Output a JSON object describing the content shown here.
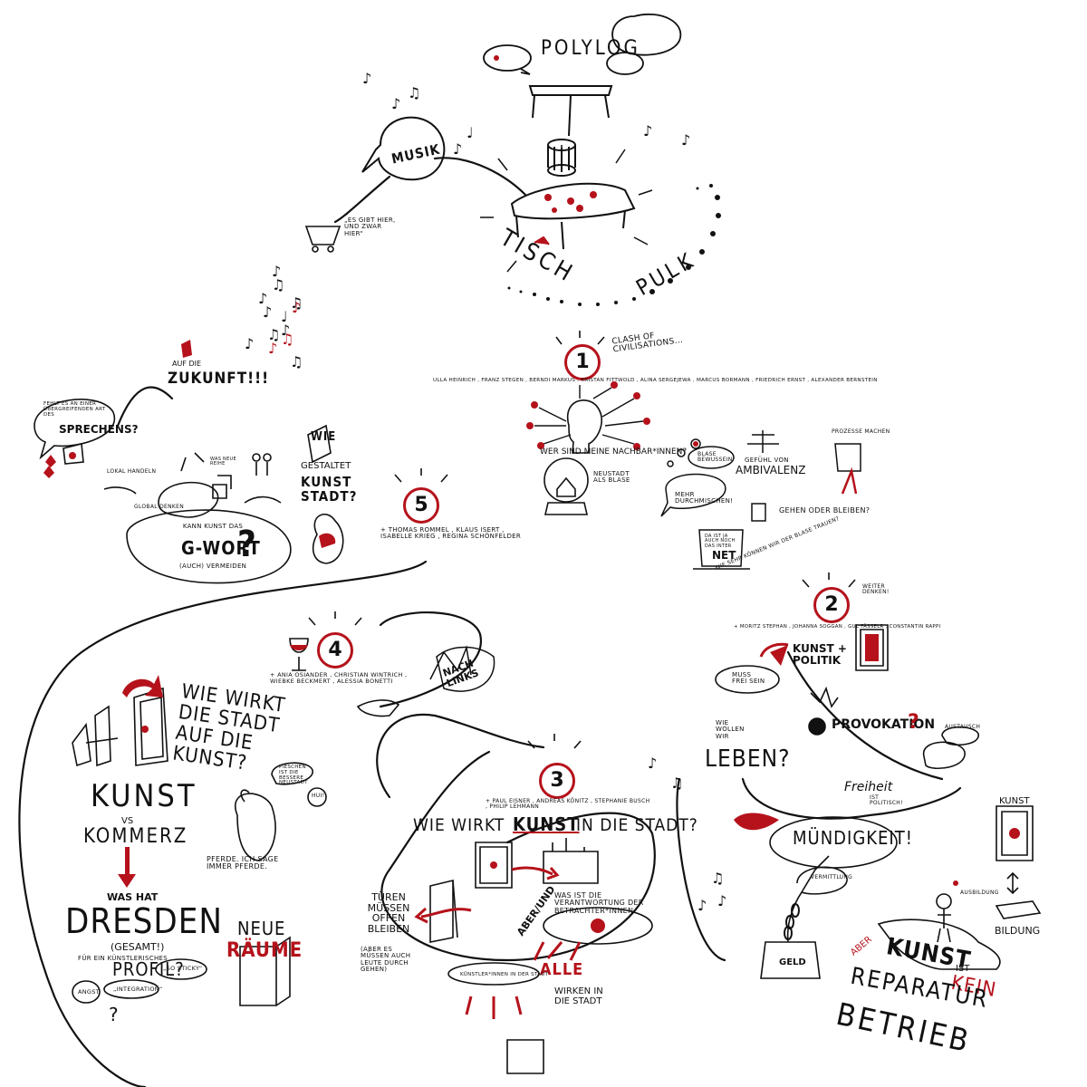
{
  "top": {
    "polylog": "POLYLOG",
    "musik": "MUSIK",
    "cart_quote": "„ES GIBT HIER, UND ZWAR HIER“",
    "tisch": "TISCH",
    "pulk": "PULK"
  },
  "section1": {
    "number": "1",
    "tag": "CLASH OF CIVILISATIONS...",
    "participants": "ULLA HEINRICH , FRANZ STEGEN , BERNDI MARKUS , KRISTAN FITTWOLD , ALINA SERGEJEWA , MARCUS BORMANN , FRIEDRICH ERNST , ALEXANDER BERNSTEIN",
    "question": "WER SIND MEINE NACHBAR*INNEN?",
    "neustadt": "NEUSTADT ALS BLASE",
    "blase": "BLASE BEWUSSEIN",
    "gefuehl": "GEFÜHL VON",
    "ambivalenz": "AMBIVALENZ",
    "mehr": "MEHR DURCHMISCHEN!",
    "gehen": "GEHEN ODER BLEIBEN?",
    "prozess": "PROZESSE MACHEN",
    "internet_top": "DA IST JA AUCH NOCH DAS INTER",
    "internet_bottom": "NET"
  },
  "section2": {
    "number": "2",
    "weiter": "WEITER DENKEN!",
    "blase_q": "WIE SEHR KÖNNEN WIR DER BLASE TRAUEN?",
    "participants": "+ MORITZ STEPHAN , JOHANNA SOGGAN , GUL FÄSSELR , CONSTANTIN RAPPI",
    "kunst_politik": "KUNST + POLITIK",
    "frei": "MUSS FREI SEIN",
    "leben": "LEBEN?",
    "wie_wollen": "WIE WOLLEN WIR",
    "provokation": "PROVOKATION",
    "austausch": "AUSTAUSCH",
    "freiheit": "Freiheit",
    "ist_politisch": "IST POLITISCH!",
    "muendigkeit": "MÜNDIGKEIT!",
    "kunst": "KUNST",
    "vermittlung": "VERMITTLUNG",
    "ausbildung": "AUSBILDUNG",
    "bildung": "BILDUNG",
    "geld": "GELD",
    "aber": "ABER",
    "kunst_ist": "KUNST",
    "ist": "IST",
    "kein": "KEIN",
    "reparatur": "REPARATUR",
    "betrieb": "BETRIEB"
  },
  "section3": {
    "number": "3",
    "participants": "+ PAUL EISNER , ANDREAS KÖNITZ , STEPHANIE BUSCH , PHILIP LEHMANN",
    "title_a": "WIE WIRKT",
    "title_b": "KUNST",
    "title_c": "IN DIE STADT?",
    "tueren": "TÜREN MÜSSEN OFFEN BLEIBEN",
    "aber_es": "(ABER ES MÜSSEN AUCH LEUTE DURCH GEHEN)",
    "aber_und": "ABER/UND",
    "verantwortung": "WAS IST DIE VERANTWORTUNG DER BETRACHTER*INNEN",
    "alle": "ALLE",
    "wirken": "WIRKEN IN DIE STADT",
    "kuenstler": "KÜNSTLER*INNEN IN DER STADT"
  },
  "section4": {
    "number": "4",
    "participants": "+ ANIA OSIANDER , CHRISTIAN WINTRICH , WIEBKE BECKMERT , ALESSIA BONETTI",
    "nach_links": "NACH LINKS",
    "wie_wirkt": "WIE WIRKT DIE STADT AUF DIE KUNST?",
    "kunst": "KUNST",
    "vs": "VS",
    "kommerz": "KOMMERZ",
    "was_hat": "WAS HAT",
    "dresden": "DRESDEN",
    "gesamt": "(GESAMT!)",
    "fuer": "FÜR EIN KÜNSTLERISCHES",
    "profil": "PROFIL?",
    "pieschen": "PIESCHEN IST DIE BESSERE NEUSTADT",
    "hui": "HUI!",
    "pferde": "PFERDE. ICH SAGE IMMER PFERDE.",
    "neue": "NEUE",
    "raeume": "RÄUME",
    "angst": "ANGST",
    "integration": "„INTEGRATION“",
    "so_sticky": "„SO STICKY“"
  },
  "section5": {
    "number": "5",
    "participants": "+ THOMAS ROMMEL , KLAUS ISERT , ISABELLE KRIEG , REGINA SCHÖNFELDER",
    "zukunft_a": "AUF DIE",
    "zukunft_b": "ZUKUNFT!!!",
    "fehlt": "FEHLT ES AN EINER ÜBERGREIFENDEN ART DES",
    "sprechens": "SPRECHENS?",
    "lokal": "LOKAL HANDELN",
    "global": "GLOBAL DENKEN",
    "neue_reihe": "WAS NEUE REIHE",
    "wie": "WIE",
    "gestaltet": "GESTALTET",
    "kunst_stadt": "KUNST STADT?",
    "kann": "KANN KUNST DAS",
    "g_wort": "G-WORT",
    "vermeiden": "(AUCH) VERMEIDEN"
  },
  "colors": {
    "accent": "#b5121b",
    "ink": "#111111"
  }
}
